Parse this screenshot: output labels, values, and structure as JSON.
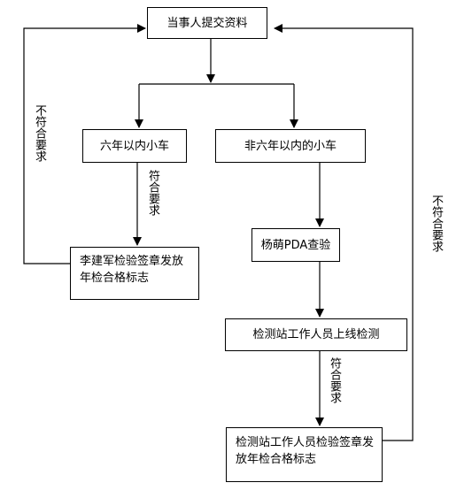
{
  "nodes": {
    "submit": "当事人提交资料",
    "within_six": "六年以内小车",
    "beyond_six": "非六年以内的小车",
    "pda_check": "杨萌PDA查验",
    "sign_left": "李建军检验签章发放年检合格标志",
    "online_check": "检测站工作人员上线检测",
    "sign_right": "检测站工作人员检验签章发放年检合格标志"
  },
  "labels": {
    "reject_left": "不符合要求",
    "reject_right": "不符合要求",
    "pass_left": "符合要求",
    "pass_right": "符合要求"
  }
}
